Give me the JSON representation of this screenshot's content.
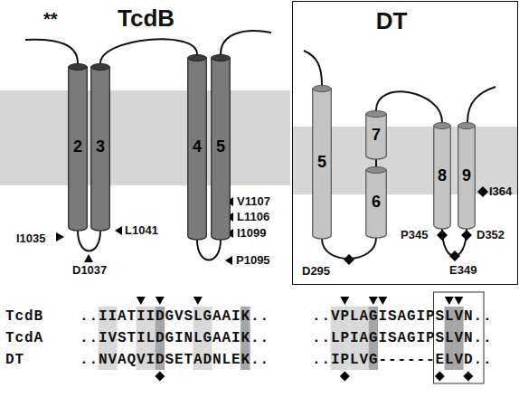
{
  "diagram": {
    "nodes": [
      {
        "text": [
          "2"
        ]
      },
      {
        "text": [
          "3"
        ]
      },
      {
        "text": [
          "4"
        ]
      },
      {
        "text": [
          "5"
        ]
      },
      {
        "text": [
          "DT"
        ]
      },
      {
        "text": [
          "5"
        ],
        "in": 4
      },
      {
        "text": [
          "7"
        ],
        "in": 4
      },
      {
        "text": [
          "6"
        ],
        "in": 4
      },
      {
        "text": [
          "8"
        ],
        "in": 4
      },
      {
        "text": [
          "9"
        ],
        "in": 4
      }
    ],
    "edges": [
      {
        "from": 0,
        "to": 1,
        "arrow": "none"
      },
      {
        "from": 1,
        "to": 2,
        "arrow": "none"
      },
      {
        "from": 2,
        "to": 3,
        "arrow": "none"
      },
      {
        "from": 5,
        "to": 7,
        "arrow": "none"
      },
      {
        "from": 7,
        "to": 6,
        "arrow": "none"
      },
      {
        "from": 6,
        "to": 8,
        "arrow": "none"
      },
      {
        "from": 8,
        "to": 9,
        "arrow": "none"
      }
    ],
    "labels": [
      "TcdB",
      "**",
      "I1035",
      "D1037",
      "L1041",
      "P1095",
      "I1099",
      "L1106",
      "V1107",
      "D295",
      "P345",
      "D352",
      "E349",
      "I364",
      "TcdB",
      "..IIATIIDGVSLGAAIK..",
      "..VPLAGISAGIPSLVN..",
      "TcdA",
      "..IVSTILDGINLGAAIK..",
      "..LPIAGISAGIPSLVN..",
      "DT",
      "..NVAQVIDSETADNLEK..",
      "..IPLVG------ELVD.."
    ]
  }
}
